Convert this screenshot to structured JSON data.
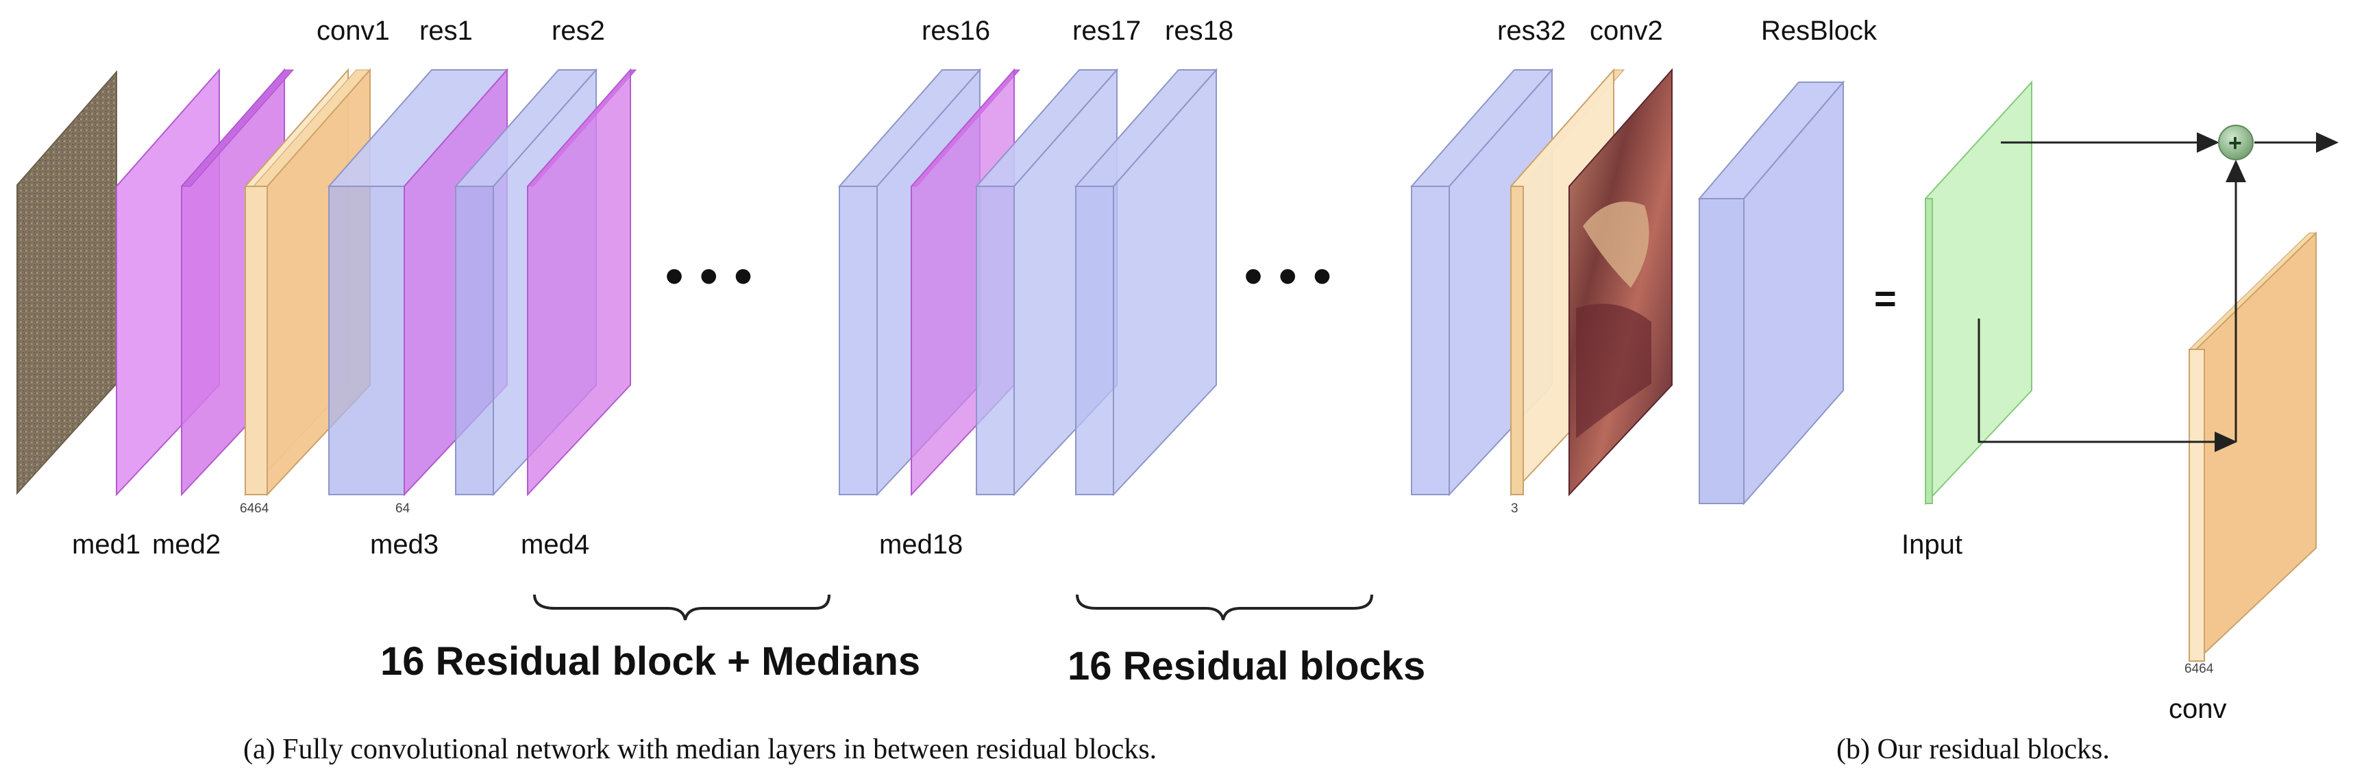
{
  "labels": {
    "top": {
      "conv1": "conv1",
      "res1": "res1",
      "res2": "res2",
      "res16": "res16",
      "res17": "res17",
      "res18": "res18",
      "res32": "res32",
      "conv2": "conv2",
      "resblock": "ResBlock"
    },
    "bottom": {
      "med1": "med1",
      "med2": "med2",
      "med3": "med3",
      "med4": "med4",
      "med18": "med18",
      "input": "Input",
      "conv": "conv"
    },
    "channels": {
      "c6464a": "6464",
      "c64": "64",
      "c3": "3",
      "c6464b": "6464"
    }
  },
  "groups": {
    "group1": "16 Residual block + Medians",
    "group2": "16 Residual blocks"
  },
  "symbols": {
    "ellipsis1": "• • •",
    "ellipsis2": "• • •",
    "equals": "=",
    "plus": "+"
  },
  "captions": {
    "a": "(a) Fully convolutional network with median layers in between residual blocks.",
    "b": "(b) Our residual blocks."
  },
  "colors": {
    "median": "#d98cf0",
    "res": "#b8bff2",
    "conv": "#f3c68f",
    "convLight": "#fbe7c6",
    "input": "#c8f2c1",
    "sum": "#86b585"
  }
}
